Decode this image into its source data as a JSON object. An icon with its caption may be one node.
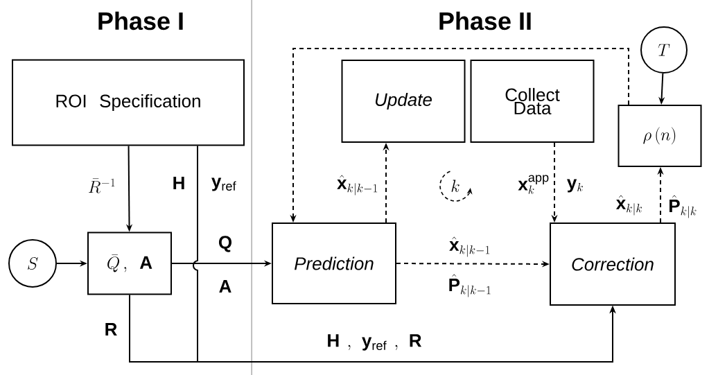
{
  "diagram": {
    "nodes": [
      {
        "text": [
          "ROI Specification"
        ]
      },
      {
        "text": [
          "\\bar{Q}\\,,\\ \\mathbf{A}"
        ]
      },
      {
        "text": [
          "S"
        ]
      },
      {
        "text": [
          "Prediction"
        ]
      },
      {
        "text": [
          "Update"
        ]
      },
      {
        "text": [
          "Collect Data"
        ]
      },
      {
        "text": [
          "Correction"
        ]
      },
      {
        "text": [
          "T"
        ]
      },
      {
        "text": [
          "\\rho\\,(n)"
        ]
      }
    ],
    "edges": [
      {
        "from": 2,
        "to": 1,
        "arrow": "to"
      },
      {
        "from": 0,
        "to": 1,
        "arrow": "to",
        "label": "\\bar{R}^{-1}"
      },
      {
        "from": 1,
        "to": 3,
        "arrow": "to"
      },
      {
        "from": 1,
        "to": 6,
        "arrow": "to",
        "label": "\\mathbf{R}"
      },
      {
        "from": 0,
        "to": 6,
        "arrow": "to"
      },
      {
        "from": 3,
        "to": 4,
        "arrow": "to",
        "style": "dashed",
        "label": "\\hat{\\mathbf{x}}_{k|k-1}"
      },
      {
        "from": 3,
        "to": 6,
        "arrow": "to",
        "style": "dashed"
      },
      {
        "from": 5,
        "to": 6,
        "arrow": "to",
        "style": "dashed"
      },
      {
        "from": 6,
        "to": 8,
        "arrow": "to",
        "style": "dashed"
      },
      {
        "from": 8,
        "to": 3,
        "arrow": "to",
        "style": "dashed"
      },
      {
        "from": 7,
        "to": 8,
        "arrow": "to"
      }
    ],
    "labels": [
      "Phase I",
      "Phase II",
      "\\mathbf{H}",
      "\\mathbf{y}_{\\mathrm{ref}}",
      "\\mathbf{Q}",
      "\\mathbf{A}",
      "\\mathbf{H}\\ ,\\ \\mathbf{y}_{\\mathrm{ref}}\\ ,\\ \\mathbf{R}",
      "k",
      "\\mathbf{x}_k^{\\mathrm{app}}",
      "\\mathbf{y}_k",
      "\\hat{\\mathbf{x}}_{k|k}",
      "\\hat{\\mathbf{P}}_{k|k}",
      "\\hat{\\mathbf{x}}_{k|k-1}",
      "\\hat{\\mathbf{P}}_{k|k-1}"
    ]
  }
}
